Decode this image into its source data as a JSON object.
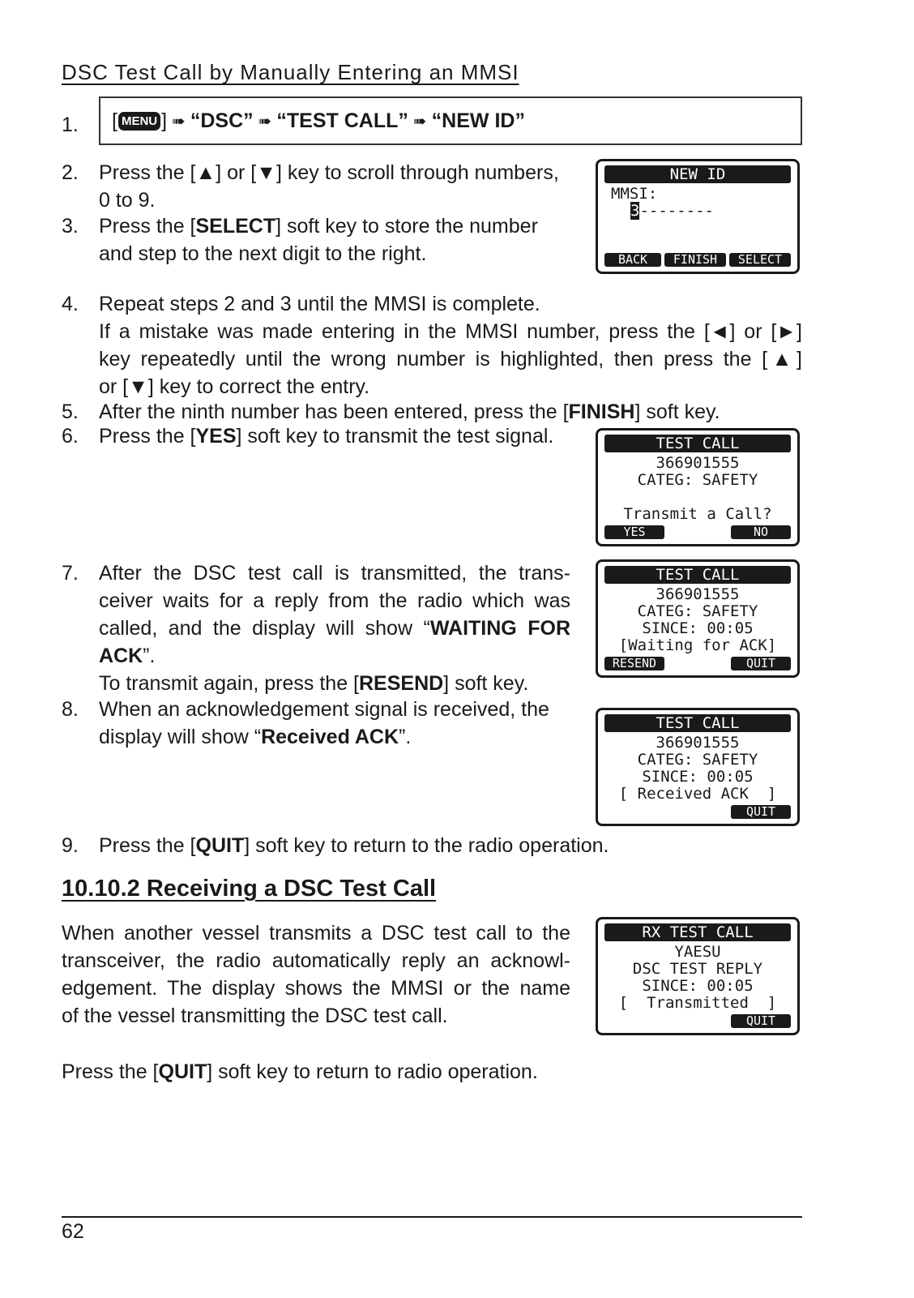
{
  "subheading": "DSC Test Call by Manually Entering an MMSI",
  "step1": {
    "num": "1.",
    "open_bracket": "[",
    "key": "MENU",
    "close_bracket": "]",
    "arrow": "➠",
    "item1": "“DSC”",
    "item2": "“TEST CALL”",
    "item3": "“NEW ID”"
  },
  "steps": {
    "s2": {
      "num": "2.",
      "l1": "Press the [▲] or [▼] key to scroll through numbers,",
      "l2": "0 to 9."
    },
    "s3": {
      "num": "3.",
      "l1a": "Press the [",
      "l1b": "SELECT",
      "l1c": "] soft key to store the number",
      "l2": "and step to the next digit to the right."
    },
    "s4": {
      "num": "4.",
      "l1": "Repeat steps 2 and 3 until the MMSI is complete.",
      "l2": "If a mistake was made entering in the MMSI number, press the [◄] or [►]",
      "l3": "key repeatedly until the wrong number is highlighted, then press the [▲]",
      "l4": "or [▼] key to correct the entry."
    },
    "s5": {
      "num": "5.",
      "a": "After the ninth number has been entered, press the [",
      "b": "FINISH",
      "c": "] soft key."
    },
    "s6": {
      "num": "6.",
      "a": "Press the [",
      "b": "YES",
      "c": "] soft key to transmit the test signal."
    },
    "s7": {
      "num": "7.",
      "l1": "After the DSC test call is transmitted, the trans-",
      "l2": "ceiver waits for a reply from the radio which was",
      "l3a": "called, and the display will show “",
      "l3b": "WAITING FOR",
      "l4a": "ACK",
      "l4b": "”.",
      "l5a": "To transmit again, press the [",
      "l5b": "RESEND",
      "l5c": "] soft key."
    },
    "s8": {
      "num": "8.",
      "l1": "When an acknowledgement signal is received, the",
      "l2a": "display will show “",
      "l2b": "Received ACK",
      "l2c": "”."
    },
    "s9": {
      "num": "9.",
      "a": "Press the [",
      "b": "QUIT",
      "c": "] soft key to return to the radio operation."
    }
  },
  "section": {
    "title": "10.10.2 Receiving a DSC Test Call",
    "l1": "When another vessel transmits a DSC test call to the",
    "l2": "transceiver, the radio automatically reply an acknowl-",
    "l3": "edgement. The display shows the MMSI or the name",
    "l4": "of the vessel transmitting the DSC test call.",
    "final_a": "Press the [",
    "final_b": "QUIT",
    "final_c": "] soft key to return to radio operation."
  },
  "lcd1": {
    "title": "NEW ID",
    "label": "MMSI:",
    "cursor_digit": "3",
    "dashes": "--------",
    "keys": [
      "BACK",
      "FINISH",
      "SELECT"
    ]
  },
  "lcd2": {
    "title": "TEST CALL",
    "mmsi": "366901555",
    "categ": "CATEG: SAFETY",
    "prompt": "Transmit a Call?",
    "keys": [
      "YES",
      "NO"
    ]
  },
  "lcd3": {
    "title": "TEST CALL",
    "mmsi": "366901555",
    "categ": "CATEG: SAFETY",
    "since": "SINCE: 00:05",
    "status": "[Waiting for ACK]",
    "keys": [
      "RESEND",
      "QUIT"
    ]
  },
  "lcd4": {
    "title": "TEST CALL",
    "mmsi": "366901555",
    "categ": "CATEG: SAFETY",
    "since": "SINCE: 00:05",
    "status": "[ Received ACK  ]",
    "keys": [
      "QUIT"
    ]
  },
  "lcd5": {
    "title": "RX TEST CALL",
    "name": "YAESU",
    "reply": "DSC TEST REPLY",
    "since": "SINCE: 00:05",
    "status": "[  Transmitted  ]",
    "keys": [
      "QUIT"
    ]
  },
  "page_number": "62"
}
